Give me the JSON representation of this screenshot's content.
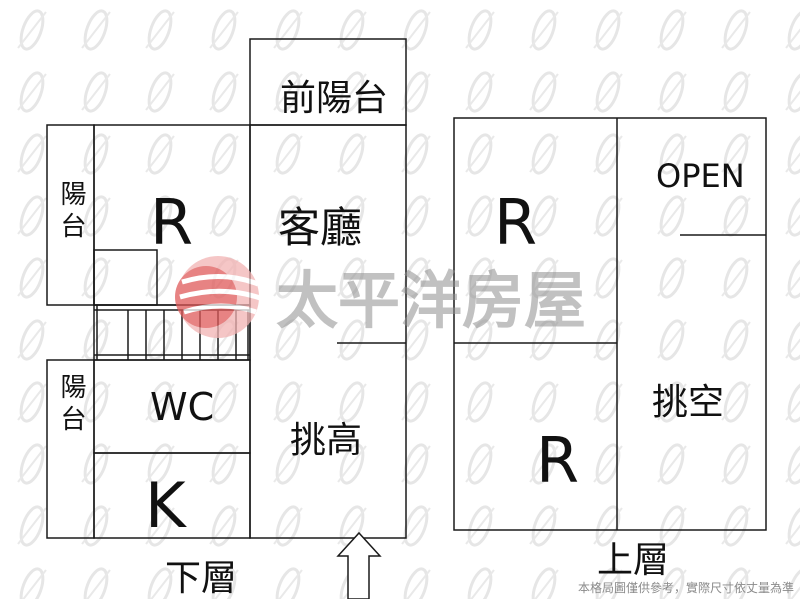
{
  "floor_lower": {
    "caption": "下層",
    "rooms": {
      "front_balcony": "前陽台",
      "living_room": "客廳",
      "bedroom": "R",
      "balcony_top": "陽台",
      "balcony_bottom": "陽台",
      "bathroom": "WC",
      "kitchen": "K",
      "high_ceiling": "挑高"
    }
  },
  "floor_upper": {
    "caption": "上層",
    "rooms": {
      "bedroom_top": "R",
      "bedroom_bottom": "R",
      "open_area": "OPEN",
      "void": "挑空"
    }
  },
  "watermark": {
    "brand": "太平洋房屋",
    "colors": {
      "logo_red": "#e05a5a",
      "logo_pink": "#f2b3b3",
      "text_gray": "#8f8f8f"
    }
  },
  "disclaimer": "本格局圖僅供參考，實際尺寸依丈量為準",
  "colors": {
    "line": "#1a1a1a",
    "background": "#ffffff"
  }
}
